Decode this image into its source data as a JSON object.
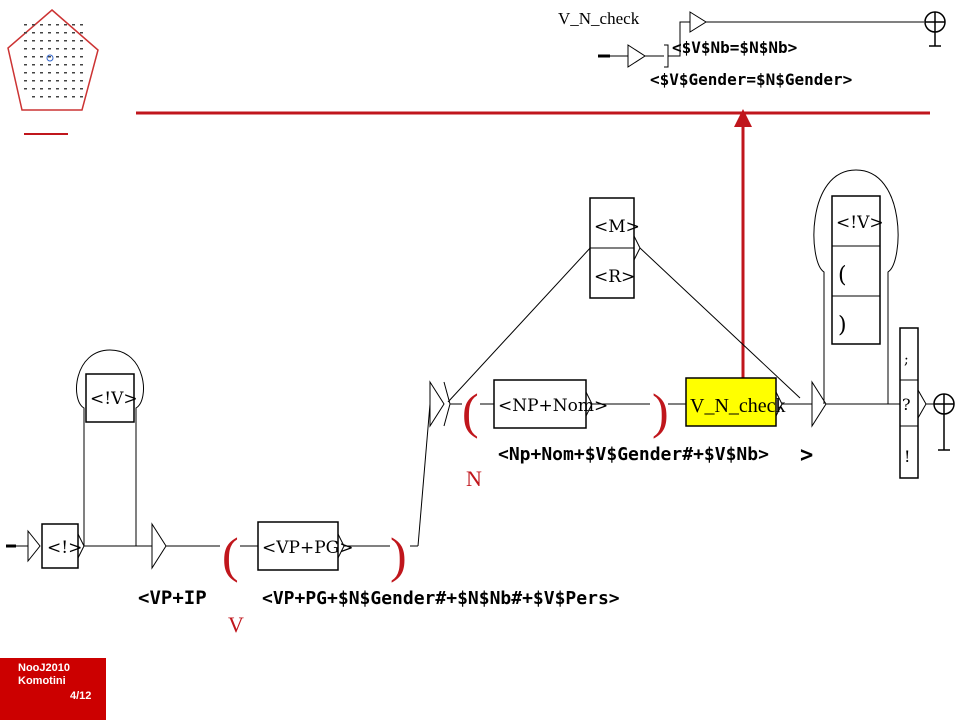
{
  "subgraph": {
    "title": "V_N_check",
    "nb_output": "<$V$Nb=$N$Nb>",
    "gender_output": "<$V$Gender=$N$Gender>"
  },
  "main": {
    "neg_box_1": "<!>",
    "neg_box_2": "<!V>",
    "vp_ip": "<VP+IP",
    "vp_pg_box": "<VP+PG>",
    "vp_pg_output": "<VP+PG+$N$Gender#+$N$Nb#+$V$Pers>",
    "var_v": "V",
    "mr_m": "<M>",
    "mr_r": "<R>",
    "np_box": "<NP+Nom>",
    "np_output": "<Np+Nom+$V$Gender#+$V$Nb>",
    "var_n": "N",
    "check_box": "V_N_check",
    "close_bracket": ">",
    "neg_box_3": "<!V>",
    "paren_open": "(",
    "paren_close": ")",
    "punct_q": "?",
    "punct_excl": "!"
  },
  "footer": {
    "line1": "NooJ2010",
    "line2": "Komotini",
    "page": "4/12"
  },
  "colors": {
    "arrow": "#c0161c",
    "highlight": "#ffff00",
    "badge": "#cc0000"
  }
}
